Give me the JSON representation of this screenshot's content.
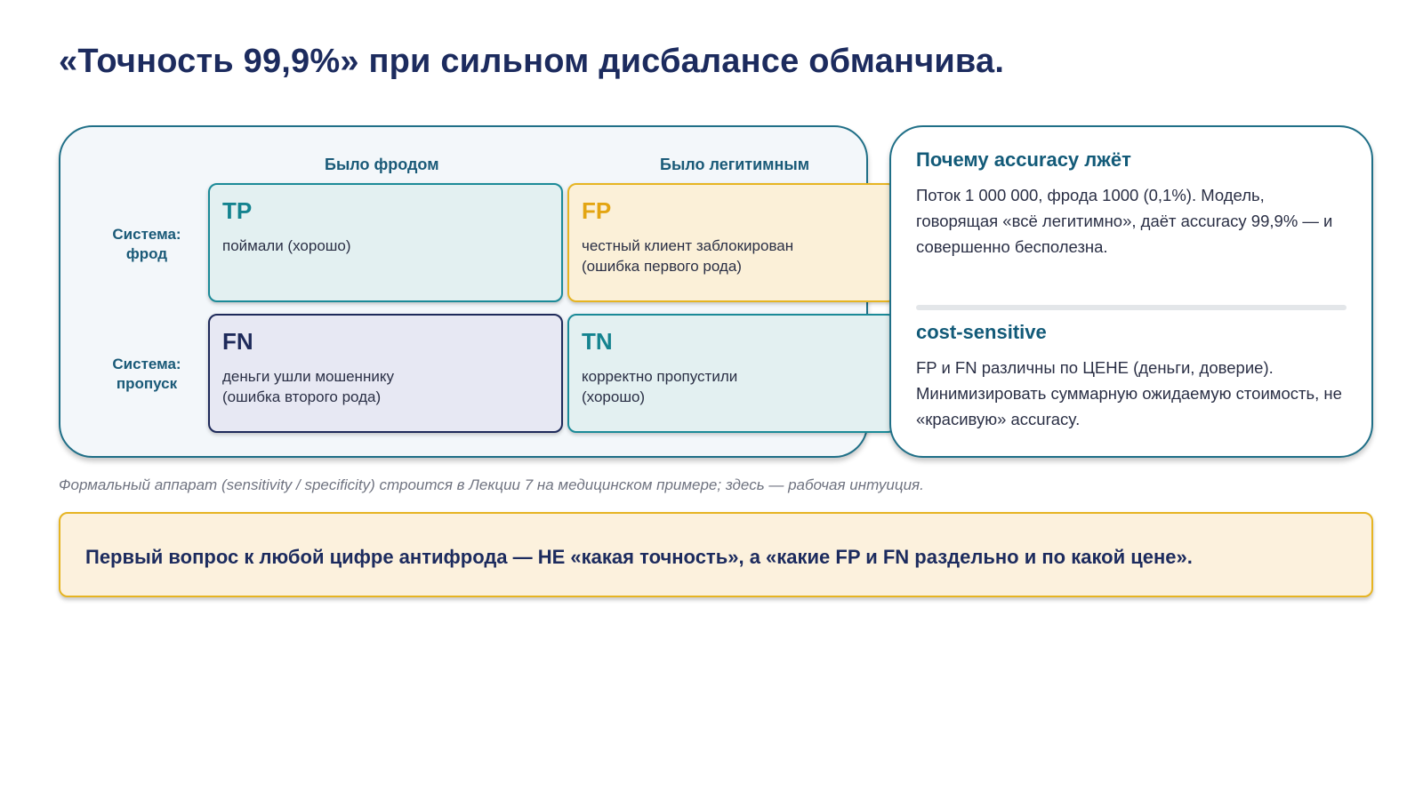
{
  "title": "«Точность 99,9%» при сильном дисбалансе обманчива.",
  "matrix": {
    "col_headers": [
      "Было фродом",
      "Было легитимным"
    ],
    "row_headers": [
      "Система:\nфрод",
      "Система:\nпропуск"
    ],
    "cells": [
      {
        "code": "TP",
        "desc": "поймали (хорошо)"
      },
      {
        "code": "FP",
        "desc": "честный клиент заблокирован\n(ошибка первого рода)"
      },
      {
        "code": "FN",
        "desc": "деньги ушли мошеннику\n(ошибка второго рода)"
      },
      {
        "code": "TN",
        "desc": "корректно пропустили\n(хорошо)"
      }
    ]
  },
  "info": {
    "title1": "Почему accuracy лжёт",
    "text1": "Поток 1 000 000, фрода 1000 (0,1%). Модель, говорящая «всё легитимно», даёт accuracy 99,9% — и совершенно бесполезна.",
    "title2": "cost-sensitive",
    "text2": "FP и FN различны по ЦЕНЕ (деньги, доверие). Минимизировать суммарную ожидаемую стоимость, не «красивую» accuracy."
  },
  "footnote": "Формальный аппарат (sensitivity / specificity) строится в Лекции 7 на медицинском примере; здесь — рабочая интуиция.",
  "callout": "Первый вопрос к любой цифре антифрода — НЕ «какая точность», а «какие FP и FN раздельно и по какой цене».",
  "colors": {
    "navy": "#1c2b5e",
    "teal": "#14838f",
    "gold": "#e6b422",
    "panel_border": "#1f6f87"
  }
}
